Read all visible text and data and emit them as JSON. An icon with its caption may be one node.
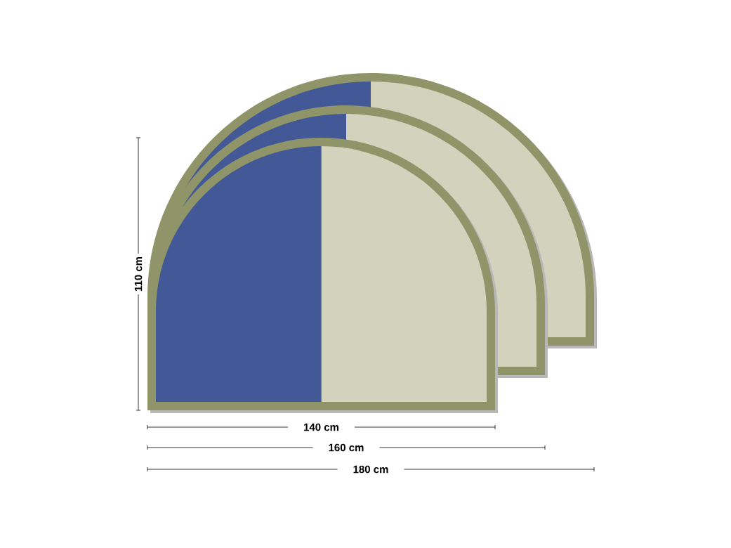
{
  "diagram": {
    "labels": [
      "110 cm",
      "140 cm",
      "160 cm",
      "180 cm"
    ]
  }
}
